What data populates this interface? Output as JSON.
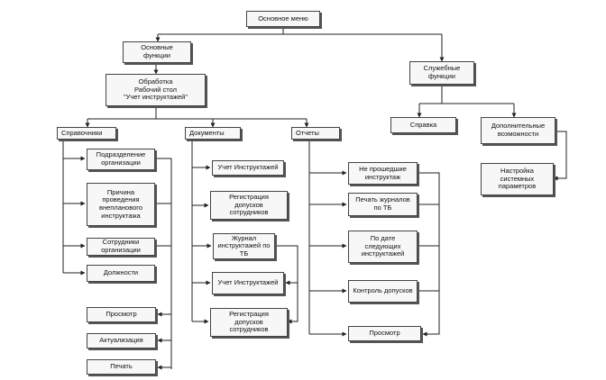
{
  "diagram": {
    "root": "Основное меню",
    "main_functions": "Основные\nфункции",
    "processing": "Обработка\nРабочий стол\n\"Учет инструктажей\"",
    "service_functions": "Служебные\nфункции",
    "help": "Справка",
    "extra": "Дополнительные\nвозможности",
    "settings": "Настройка\nсистемных\nпараметров",
    "refs": {
      "title": "Справочники",
      "dept": "Подразделение\nорганизации",
      "reason": "Причина\nпроведения\nвнепланового\nинструктажа",
      "staff": "Сотрудники\nорганизации",
      "positions": "Должности",
      "view": "Просмотр",
      "update": "Актуализация",
      "print": "Печать"
    },
    "docs": {
      "title": "Документы",
      "acct1": "Учет Инструктажей",
      "reg1": "Регистрация\nдопусков\nсотрудников",
      "journal": "Журнал\nинструктажей по\nТБ",
      "acct2": "Учет Инструктажей",
      "reg2": "Регистрация\nдопусков\nсотрудников"
    },
    "reports": {
      "title": "Отчеты",
      "not_passed": "Не прошедшие\nинструктаж",
      "print_journals": "Печать журналов\nпо ТБ",
      "by_date": "По дате\nследующих\nинструктажей",
      "control": "Контроль допусков",
      "view": "Просмотр"
    }
  }
}
